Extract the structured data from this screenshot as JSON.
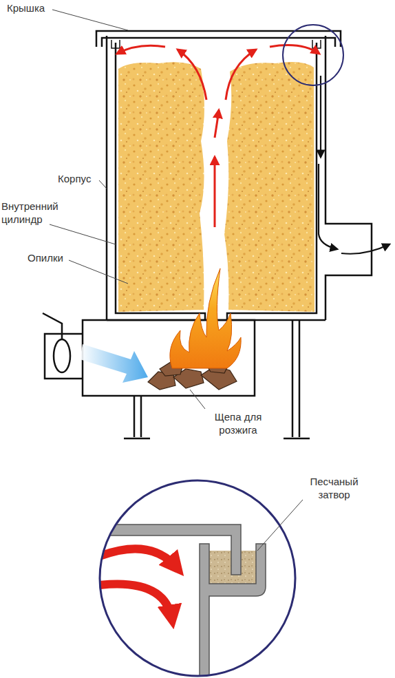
{
  "diagram": {
    "labels": [
      "Крышка",
      "Корпус",
      "Внутренний цилиндр",
      "Опилки",
      "Щепа для розжига",
      "Песчаный затвор"
    ]
  }
}
